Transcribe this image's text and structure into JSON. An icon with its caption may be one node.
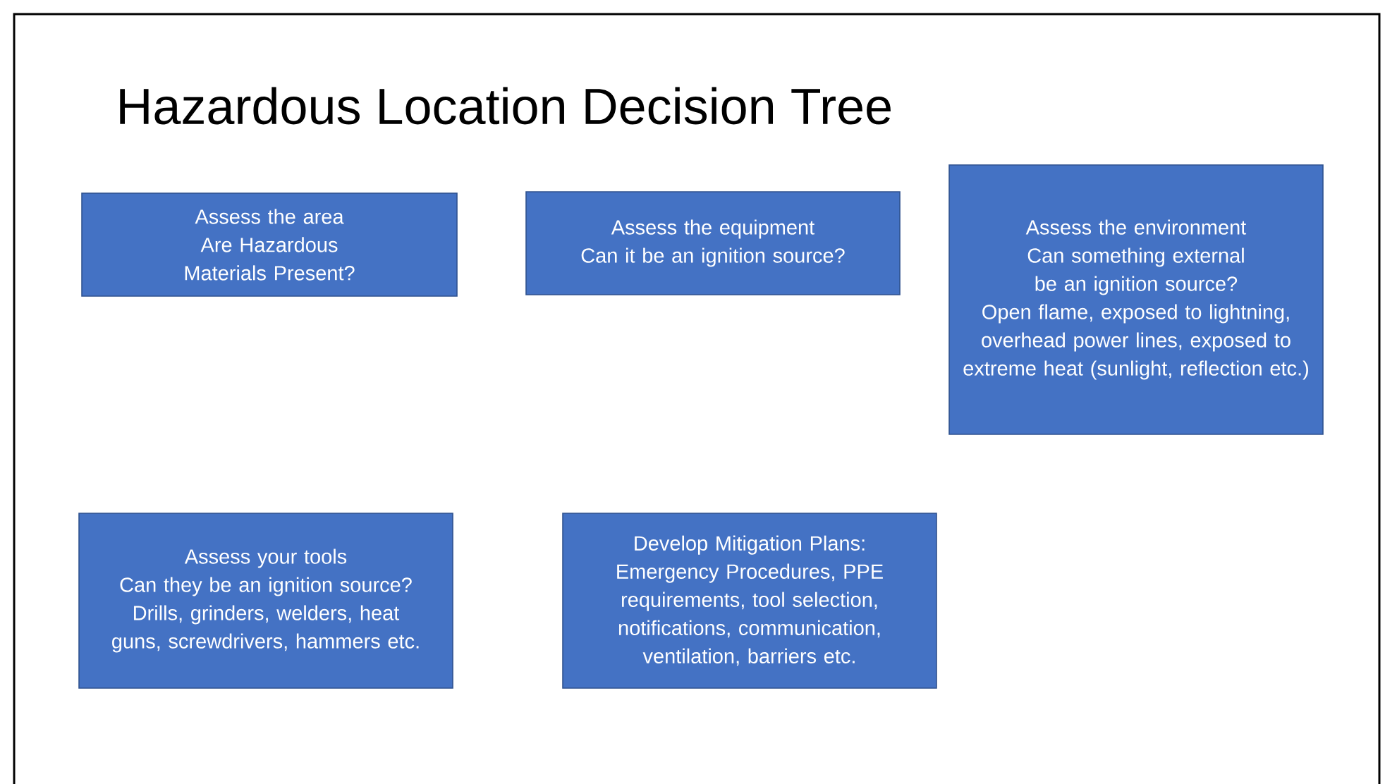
{
  "diagram": {
    "title": "Hazardous Location Decision Tree",
    "nodes": [
      {
        "text": [
          "Assess the area",
          "Are Hazardous Materials Present?"
        ]
      },
      {
        "text": [
          "Assess the equipment",
          "Can it be an ignition source?"
        ]
      },
      {
        "text": [
          "Assess the environment",
          "Can something external be an ignition source?",
          "Open flame, exposed to lightning, overhead power lines, exposed to extreme heat (sunlight, reflection etc.)"
        ]
      },
      {
        "text": [
          "Assess your tools",
          "Can they be an ignition source?",
          "Drills, grinders, welders, heat guns, screwdrivers, hammers etc."
        ]
      },
      {
        "text": [
          "Develop Mitigation Plans: Emergency Procedures, PPE requirements, tool selection, notifications, communication, ventilation, barriers etc."
        ]
      }
    ]
  }
}
